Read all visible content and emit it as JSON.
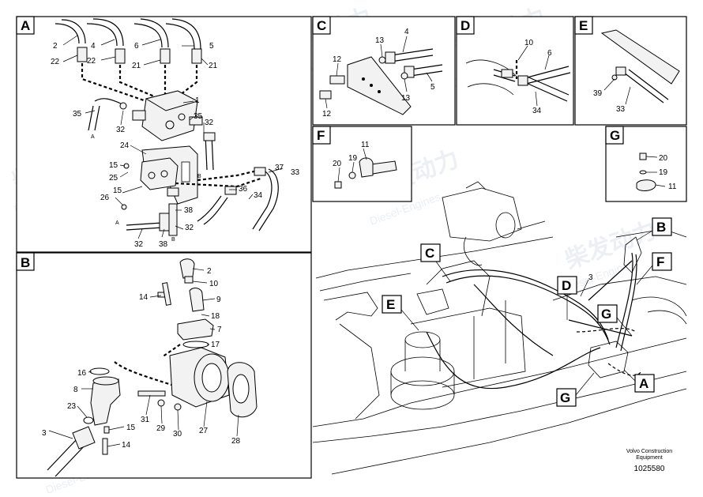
{
  "panels": {
    "A": {
      "tag": "A",
      "labels": [
        "2",
        "4",
        "6",
        "5",
        "22",
        "22",
        "21",
        "21",
        "1",
        "35",
        "32",
        "35",
        "32",
        "24",
        "15",
        "25",
        "37",
        "33",
        "15",
        "36",
        "34",
        "26",
        "38",
        "32",
        "32",
        "38"
      ],
      "side_letters": [
        "A",
        "B",
        "A",
        "B"
      ]
    },
    "B": {
      "tag": "B",
      "labels": [
        "2",
        "10",
        "14",
        "9",
        "18",
        "7",
        "17",
        "16",
        "8",
        "23",
        "31",
        "29",
        "30",
        "27",
        "3",
        "15",
        "14",
        "28"
      ]
    },
    "C": {
      "tag": "C",
      "labels": [
        "4",
        "13",
        "12",
        "5",
        "13",
        "12"
      ]
    },
    "D": {
      "tag": "D",
      "labels": [
        "10",
        "6",
        "34"
      ]
    },
    "E": {
      "tag": "E",
      "labels": [
        "39",
        "33"
      ]
    },
    "F": {
      "tag": "F",
      "labels": [
        "11",
        "20",
        "19"
      ]
    },
    "G": {
      "tag": "G",
      "labels": [
        "20",
        "19",
        "11"
      ]
    }
  },
  "overview": {
    "callouts": [
      "C",
      "B",
      "F",
      "E",
      "D",
      "3",
      "G",
      "A",
      "G"
    ]
  },
  "footer": {
    "company_line1": "Volvo Construction",
    "company_line2": "Equipment",
    "figure_number": "1025580"
  },
  "watermark": {
    "text_cn": "柴发动力",
    "text_en": "Diesel-Engines"
  }
}
